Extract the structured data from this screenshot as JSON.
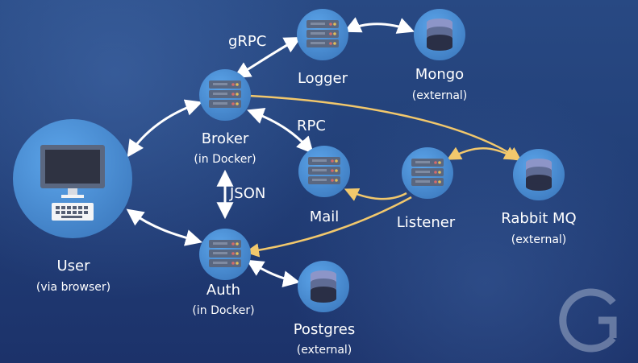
{
  "nodes": {
    "user": {
      "title": "User",
      "subtitle": "(via browser)"
    },
    "broker": {
      "title": "Broker",
      "subtitle": "(in Docker)"
    },
    "logger": {
      "title": "Logger"
    },
    "mongo": {
      "title": "Mongo",
      "subtitle": "(external)"
    },
    "mail": {
      "title": "Mail"
    },
    "listener": {
      "title": "Listener"
    },
    "rabbitmq": {
      "title": "Rabbit MQ",
      "subtitle": "(external)"
    },
    "auth": {
      "title": "Auth",
      "subtitle": "(in Docker)"
    },
    "postgres": {
      "title": "Postgres",
      "subtitle": "(external)"
    }
  },
  "edges": {
    "grpc": "gRPC",
    "rpc": "RPC",
    "json": "JSON"
  },
  "colors": {
    "node_fill": "#4b8fd2",
    "server_body": "#5a6780",
    "server_slot": "#7f8ba2",
    "db_top": "#8d95c8",
    "db_mid": "#5f6c95",
    "db_bottom": "#2a2f46",
    "white_arrow": "#ffffff",
    "gold_arrow": "#f2c86c"
  },
  "watermark": {
    "name": "g-logo-icon"
  }
}
